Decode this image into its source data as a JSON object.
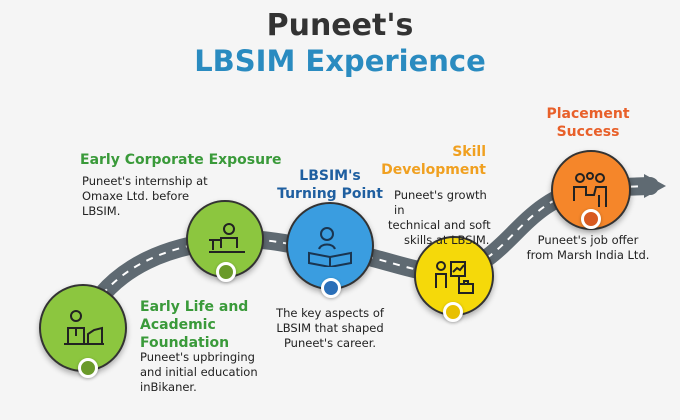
{
  "title": {
    "line1": "Puneet's",
    "line2": "LBSIM Experience"
  },
  "stages": [
    {
      "title_lines": [
        "Early Life and",
        "Academic",
        "Foundation"
      ],
      "desc_lines": [
        "Puneet's upbringing",
        "and initial education",
        "inBikaner."
      ],
      "color": "#8cc63f",
      "icon": "person-graduation-chart-icon"
    },
    {
      "title_lines": [
        "Early Corporate Exposure"
      ],
      "desc_lines": [
        "Puneet's internship at",
        "Omaxe Ltd. before",
        "LBSIM."
      ],
      "color": "#8cc63f",
      "icon": "person-at-desk-icon"
    },
    {
      "title_lines": [
        "LBSIM's",
        "Turning Point"
      ],
      "desc_lines": [
        "The key aspects of",
        "LBSIM that shaped",
        "Puneet's career."
      ],
      "color": "#3a9de0",
      "icon": "person-reading-book-icon"
    },
    {
      "title_lines": [
        "Skill",
        "Development"
      ],
      "desc_lines": [
        "Puneet's growth in",
        "technical and soft",
        "skills at LBSIM."
      ],
      "color": "#f5d90a",
      "icon": "presenter-briefcase-icon"
    },
    {
      "title_lines": [
        "Placement",
        "Success"
      ],
      "desc_lines": [
        "Puneet's job offer",
        "from Marsh India Ltd."
      ],
      "color": "#f5862a",
      "icon": "handshake-people-icon"
    }
  ]
}
